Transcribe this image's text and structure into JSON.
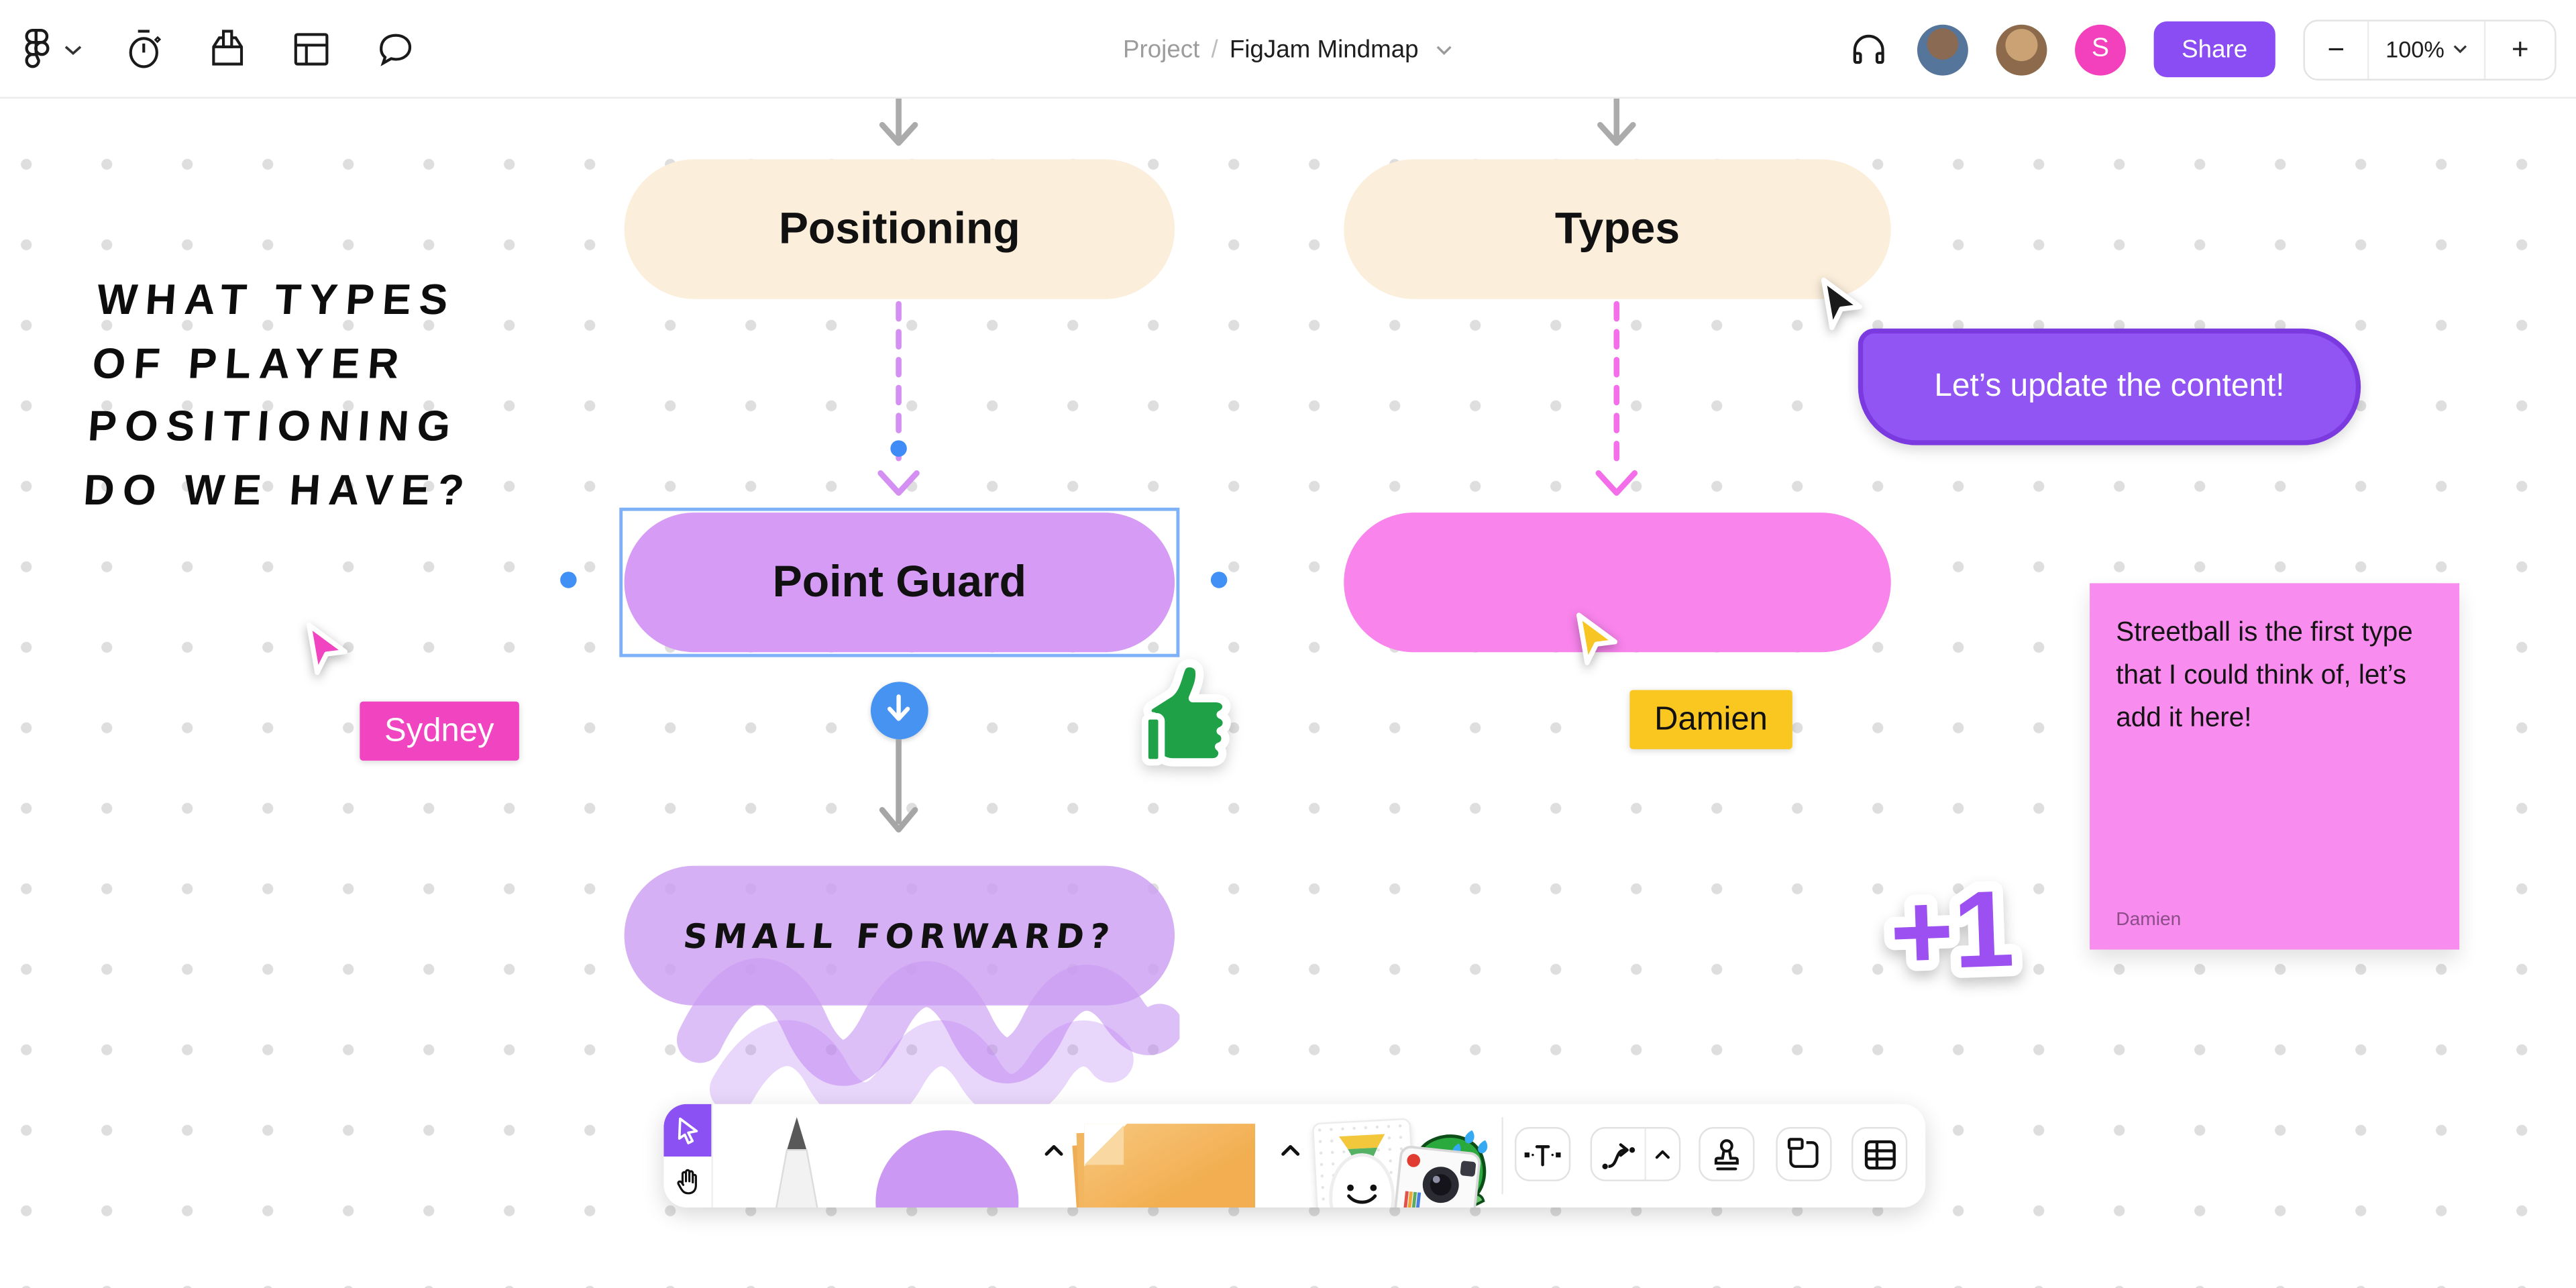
{
  "topbar": {
    "breadcrumb": {
      "project": "Project",
      "separator": "/",
      "file": "FigJam Mindmap"
    },
    "share_label": "Share",
    "zoom_level": "100%",
    "zoom_out": "−",
    "zoom_in": "+",
    "avatar_initial": "S",
    "icons": [
      "figma-logo",
      "timer",
      "toolbox",
      "layout-template",
      "chat",
      "headphones"
    ]
  },
  "canvas": {
    "question_lines": [
      "WHAT TYPES",
      "OF PLAYER",
      "POSITIONING",
      "DO WE HAVE?"
    ],
    "nodes": {
      "positioning": "Positioning",
      "types": "Types",
      "point_guard": "Point Guard",
      "small_forward": "SMALL FORWARD?",
      "empty_type": ""
    },
    "cursors": {
      "sydney": "Sydney",
      "damien": "Damien"
    },
    "chat_bubble": "Let’s update the content!",
    "sticky_note": {
      "text": "Streetball is the first type that I could think of, let’s add it here!",
      "author": "Damien"
    },
    "plus_one": "+1"
  },
  "colors": {
    "accent_purple": "#8a4df3",
    "node_cream": "#fbeedb",
    "node_purple": "#d59bf5",
    "node_pink": "#f884ec",
    "connector_purple": "#d38ff2",
    "connector_pink": "#f36ee8",
    "selection_blue": "#7fb1f8",
    "handle_blue": "#4090f6",
    "cursor_pink": "#f144c1",
    "cursor_yellow": "#f9c71f",
    "bubble_purple": "#9055f2",
    "sticky_pink": "#f98cef",
    "thumb_green": "#1fa148"
  },
  "toolbar": {
    "tools": [
      "select",
      "hand",
      "marker",
      "shape-oval",
      "sticky-note",
      "stickers",
      "text",
      "connector",
      "stamp",
      "section",
      "table"
    ]
  }
}
